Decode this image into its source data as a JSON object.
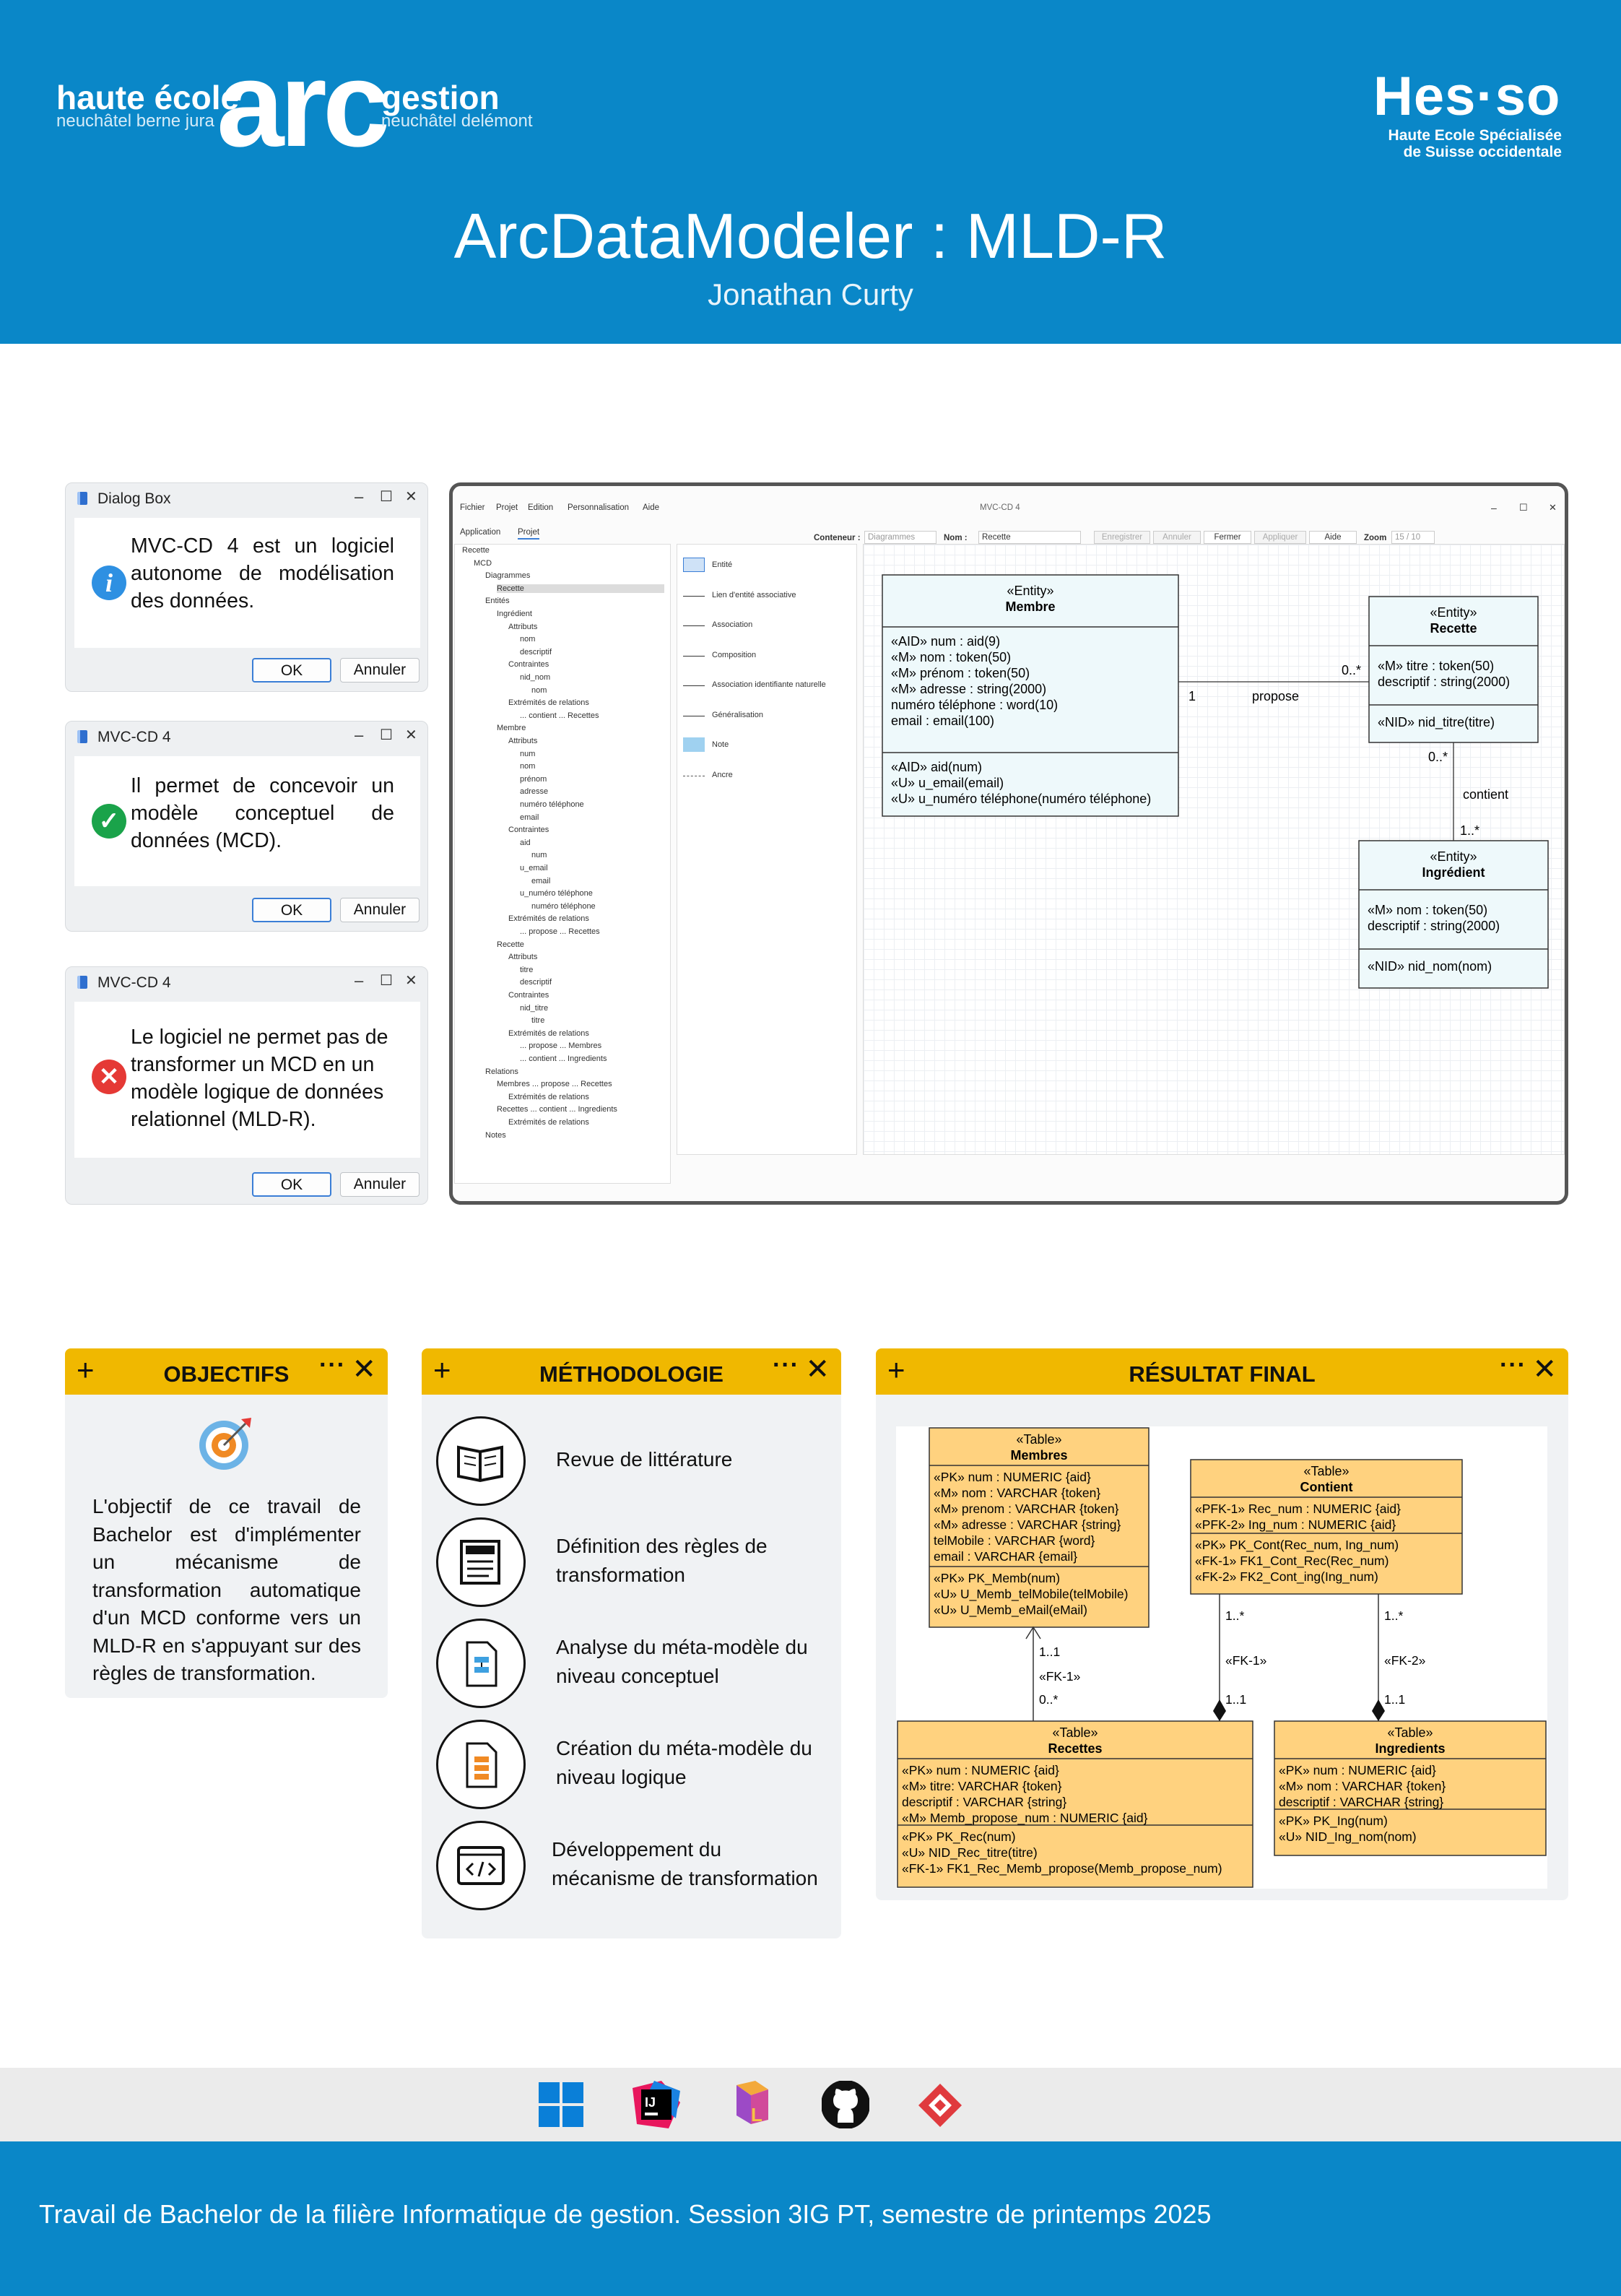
{
  "header": {
    "logo_left_line1": "haute école",
    "logo_left_line2": "neuchâtel berne jura",
    "logo_mid": "arc",
    "logo_right_line1": "gestion",
    "logo_right_line2": "neuchâtel delémont",
    "hes_logo": "Hes·so",
    "hes_line1": "Haute Ecole Spécialisée",
    "hes_line2": "de Suisse occidentale",
    "title": "ArcDataModeler : MLD-R",
    "author": "Jonathan Curty",
    "bg_color": "#0a87c8"
  },
  "dialogs": [
    {
      "title": "Dialog Box",
      "icon": "info-icon",
      "message": "MVC-CD 4 est un logiciel autonome de modélisation des données.",
      "ok": "OK",
      "cancel": "Annuler"
    },
    {
      "title": "MVC-CD 4",
      "icon": "check-icon",
      "message": "Il permet de concevoir un modèle conceptuel de données (MCD).",
      "ok": "OK",
      "cancel": "Annuler"
    },
    {
      "title": "MVC-CD 4",
      "icon": "error-icon",
      "message": "Le logiciel ne permet pas de transformer un MCD en un modèle logique de données relationnel (MLD-R).",
      "ok": "OK",
      "cancel": "Annuler"
    }
  ],
  "controls": {
    "minimize": "–",
    "maximize": "☐",
    "close": "✕"
  },
  "app": {
    "title": "MVC-CD 4",
    "menu": [
      "Fichier",
      "Projet",
      "Edition",
      "Personnalisation",
      "Aide"
    ],
    "tabs": [
      "Application",
      "Projet"
    ],
    "toolbar": {
      "conteneur_label": "Conteneur :",
      "conteneur_value": "Diagrammes",
      "nom_label": "Nom :",
      "nom_value": "Recette",
      "buttons": [
        "Enregistrer",
        "Annuler",
        "Fermer",
        "Appliquer",
        "Aide"
      ],
      "zoom_label": "Zoom",
      "zoom_value": "15 / 10"
    },
    "tree": [
      {
        "l": 0,
        "t": "Recette"
      },
      {
        "l": 1,
        "t": "MCD"
      },
      {
        "l": 2,
        "t": "Diagrammes"
      },
      {
        "l": 3,
        "t": "Recette",
        "sel": true
      },
      {
        "l": 2,
        "t": "Entités"
      },
      {
        "l": 3,
        "t": "Ingrédient"
      },
      {
        "l": 4,
        "t": "Attributs"
      },
      {
        "l": 5,
        "t": "nom"
      },
      {
        "l": 5,
        "t": "descriptif"
      },
      {
        "l": 4,
        "t": "Contraintes"
      },
      {
        "l": 5,
        "t": "nid_nom"
      },
      {
        "l": 6,
        "t": "nom"
      },
      {
        "l": 4,
        "t": "Extrémités de relations"
      },
      {
        "l": 5,
        "t": "... contient ... Recettes"
      },
      {
        "l": 3,
        "t": "Membre"
      },
      {
        "l": 4,
        "t": "Attributs"
      },
      {
        "l": 5,
        "t": "num"
      },
      {
        "l": 5,
        "t": "nom"
      },
      {
        "l": 5,
        "t": "prénom"
      },
      {
        "l": 5,
        "t": "adresse"
      },
      {
        "l": 5,
        "t": "numéro téléphone"
      },
      {
        "l": 5,
        "t": "email"
      },
      {
        "l": 4,
        "t": "Contraintes"
      },
      {
        "l": 5,
        "t": "aid"
      },
      {
        "l": 6,
        "t": "num"
      },
      {
        "l": 5,
        "t": "u_email"
      },
      {
        "l": 6,
        "t": "email"
      },
      {
        "l": 5,
        "t": "u_numéro téléphone"
      },
      {
        "l": 6,
        "t": "numéro téléphone"
      },
      {
        "l": 4,
        "t": "Extrémités de relations"
      },
      {
        "l": 5,
        "t": "... propose ... Recettes"
      },
      {
        "l": 3,
        "t": "Recette"
      },
      {
        "l": 4,
        "t": "Attributs"
      },
      {
        "l": 5,
        "t": "titre"
      },
      {
        "l": 5,
        "t": "descriptif"
      },
      {
        "l": 4,
        "t": "Contraintes"
      },
      {
        "l": 5,
        "t": "nid_titre"
      },
      {
        "l": 6,
        "t": "titre"
      },
      {
        "l": 4,
        "t": "Extrémités de relations"
      },
      {
        "l": 5,
        "t": "... propose ... Membres"
      },
      {
        "l": 5,
        "t": "... contient ... Ingredients"
      },
      {
        "l": 2,
        "t": "Relations"
      },
      {
        "l": 3,
        "t": "Membres ... propose ... Recettes"
      },
      {
        "l": 4,
        "t": "Extrémités de relations"
      },
      {
        "l": 3,
        "t": "Recettes ... contient ... Ingredients"
      },
      {
        "l": 4,
        "t": "Extrémités de relations"
      },
      {
        "l": 2,
        "t": "Notes"
      }
    ],
    "palette": [
      "Entité",
      "Lien d'entité associative",
      "Association",
      "Composition",
      "Association identifiante naturelle",
      "Généralisation",
      "Note",
      "Ancre"
    ],
    "entities": [
      {
        "name": "Membre",
        "stereo": "«Entity»",
        "attrs": [
          "«AID» num : aid(9)",
          "«M» nom : token(50)",
          "«M» prénom : token(50)",
          "«M» adresse : string(2000)",
          "numéro téléphone : word(10)",
          "email : email(100)"
        ],
        "ops": [
          "«AID» aid(num)",
          "«U» u_email(email)",
          "«U» u_numéro téléphone(numéro téléphone)"
        ]
      },
      {
        "name": "Recette",
        "stereo": "«Entity»",
        "attrs": [
          "«M» titre : token(50)",
          "descriptif : string(2000)"
        ],
        "ops": [
          "«NID» nid_titre(titre)"
        ]
      },
      {
        "name": "Ingrédient",
        "stereo": "«Entity»",
        "attrs": [
          "«M» nom : token(50)",
          "descriptif : string(2000)"
        ],
        "ops": [
          "«NID» nid_nom(nom)"
        ]
      }
    ],
    "relations": {
      "propose": "propose",
      "propose_m1": "1",
      "propose_m2": "0..*",
      "contient": "contient",
      "contient_m1": "0..*",
      "contient_m2": "1..*"
    }
  },
  "objectifs": {
    "title": "OBJECTIFS",
    "icon": "target-icon",
    "text": "L'objectif de ce travail de Bachelor est d'implémenter un mécanisme de transformation automatique d'un MCD conforme vers un MLD-R en s'appuyant sur des règles de transformation."
  },
  "methodologie": {
    "title": "MÉTHODOLOGIE",
    "items": [
      {
        "icon": "book-icon",
        "label": "Revue de littérature"
      },
      {
        "icon": "rules-icon",
        "label": "Définition des règles de transformation"
      },
      {
        "icon": "document-blue-icon",
        "label": "Analyse du méta-modèle du niveau conceptuel"
      },
      {
        "icon": "document-orange-icon",
        "label": "Création du méta-modèle du niveau logique"
      },
      {
        "icon": "code-icon",
        "label": "Développement du mécanisme de transformation"
      }
    ]
  },
  "resultat": {
    "title": "RÉSULTAT FINAL",
    "tables": [
      {
        "stereo": "«Table»",
        "name": "Membres",
        "cols": [
          "«PK» num : NUMERIC {aid}",
          "«M» nom : VARCHAR {token}",
          "«M» prenom : VARCHAR {token}",
          "«M» adresse : VARCHAR {string}",
          "telMobile : VARCHAR {word}",
          "email : VARCHAR {email}"
        ],
        "cons": [
          "«PK» PK_Memb(num)",
          "«U» U_Memb_telMobile(telMobile)",
          "«U» U_Memb_eMail(eMail)"
        ]
      },
      {
        "stereo": "«Table»",
        "name": "Contient",
        "cols": [
          "«PFK-1» Rec_num : NUMERIC {aid}",
          "«PFK-2» Ing_num : NUMERIC {aid}"
        ],
        "cons": [
          "«PK» PK_Cont(Rec_num, Ing_num)",
          "«FK-1» FK1_Cont_Rec(Rec_num)",
          "«FK-2» FK2_Cont_ing(Ing_num)"
        ]
      },
      {
        "stereo": "«Table»",
        "name": "Recettes",
        "cols": [
          "«PK» num : NUMERIC {aid}",
          "«M» titre: VARCHAR {token}",
          "descriptif : VARCHAR {string}",
          "«M» Memb_propose_num : NUMERIC {aid}"
        ],
        "cons": [
          "«PK» PK_Rec(num)",
          "«U» NID_Rec_titre(titre)",
          "«FK-1» FK1_Rec_Memb_propose(Memb_propose_num)"
        ]
      },
      {
        "stereo": "«Table»",
        "name": "Ingredients",
        "cols": [
          "«PK» num : NUMERIC {aid}",
          "«M» nom : VARCHAR {token}",
          "descriptif : VARCHAR {string}"
        ],
        "cons": [
          "«PK» PK_Ing(num)",
          "«U» NID_Ing_nom(nom)"
        ]
      }
    ],
    "links": {
      "a_top": "1..1",
      "a_lbl": "«FK-1»",
      "a_bot": "0..*",
      "b_top": "1..*",
      "b_lbl": "«FK-1»",
      "b_bot": "1..1",
      "c_top": "1..*",
      "c_lbl": "«FK-2»",
      "c_bot": "1..1"
    }
  },
  "taskbar": [
    "windows-icon",
    "intellij-icon",
    "uml-icon",
    "github-icon",
    "app-icon"
  ],
  "footer": {
    "text": "Travail de Bachelor de la filière Informatique de gestion. Session 3IG PT, semestre de printemps 2025"
  }
}
